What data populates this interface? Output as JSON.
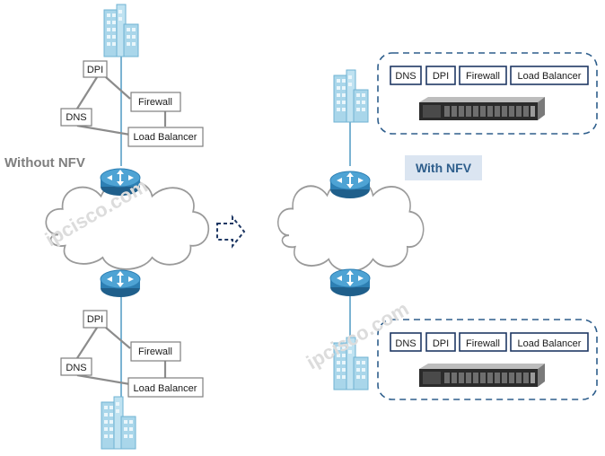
{
  "left": {
    "title": "Without NFV",
    "top_functions": {
      "dpi": "DPI",
      "firewall": "Firewall",
      "dns": "DNS",
      "load_balancer": "Load Balancer"
    },
    "bottom_functions": {
      "dpi": "DPI",
      "firewall": "Firewall",
      "dns": "DNS",
      "load_balancer": "Load Balancer"
    }
  },
  "right": {
    "title": "With NFV",
    "top_group": [
      "DNS",
      "DPI",
      "Firewall",
      "Load Balancer"
    ],
    "bottom_group": [
      "DNS",
      "DPI",
      "Firewall",
      "Load Balancer"
    ]
  },
  "watermark": "ipcisco.com",
  "colors": {
    "router": "#3d8fc0",
    "building": "#a9d6ea",
    "dashed_border": "#2e5e8c",
    "title_bg": "#dbe5f1",
    "title_text": "#2e5e8c",
    "left_title_text": "#7f7f7f"
  },
  "icons": [
    "building-icon",
    "router-icon",
    "cloud-icon",
    "server-icon",
    "arrow-icon"
  ]
}
